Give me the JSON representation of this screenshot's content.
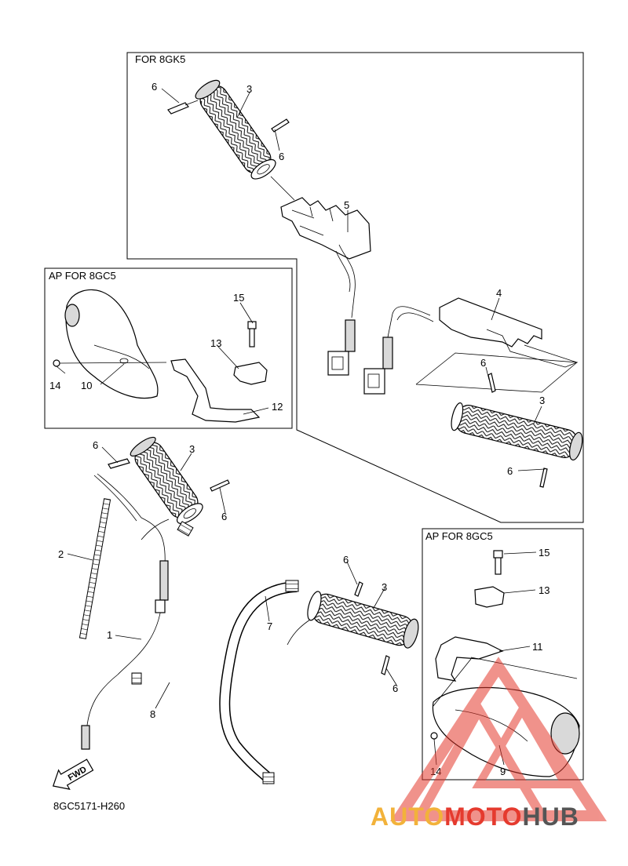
{
  "boxes": {
    "upper": "FOR 8GK5",
    "left": "AP  FOR 8GC5",
    "right": "AP  FOR 8GC5"
  },
  "callouts": {
    "c1": "1",
    "c2": "2",
    "c3a": "3",
    "c3b": "3",
    "c3c": "3",
    "c3d": "3",
    "c4": "4",
    "c5": "5",
    "c6a": "6",
    "c6b": "6",
    "c6c": "6",
    "c6d": "6",
    "c6e": "6",
    "c6f": "6",
    "c6g": "6",
    "c6h": "6",
    "c7": "7",
    "c8": "8",
    "c9": "9",
    "c10": "10",
    "c11": "11",
    "c12": "12",
    "c13a": "13",
    "c13b": "13",
    "c14a": "14",
    "c14b": "14",
    "c15a": "15",
    "c15b": "15"
  },
  "fwd_label": "FWD",
  "diagram_code": "8GC5171-H260",
  "watermark": {
    "part1": "AUTO",
    "part2": "MOTO",
    "part3": "HUB",
    "color_primary": "#f2b23a",
    "color_secondary": "#e53a2e",
    "color_dark": "#555555"
  }
}
